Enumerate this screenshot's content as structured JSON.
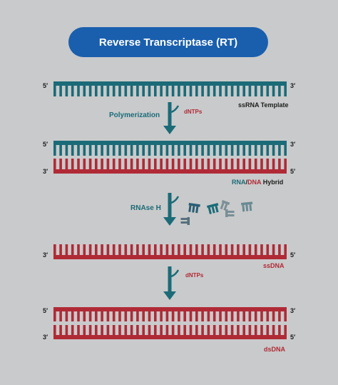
{
  "title": "Reverse Transcriptase (RT)",
  "ends": {
    "five": "5′",
    "three": "3′"
  },
  "steps": {
    "template_label": "ssRNA Template",
    "polymerization": "Polymerization",
    "dntps_1": "dNTPs",
    "hybrid_rna": "RNA",
    "hybrid_slash": "/",
    "hybrid_dna": "DNA",
    "hybrid_suffix": " Hybrid",
    "rnase": "RNAse H",
    "ssdna": "ssDNA",
    "dntps_2": "dNTPs",
    "dsdna": "dsDNA"
  },
  "colors": {
    "background": "#c9cacb",
    "pill": "#1a5fae",
    "rna_strand": "#1b6b78",
    "dna_strand": "#b02a36",
    "arrow": "#1b6b78",
    "fragments": [
      "#1b6b78",
      "#2a5e74",
      "#7a8f96",
      "#56707c",
      "#6a8a93"
    ]
  }
}
